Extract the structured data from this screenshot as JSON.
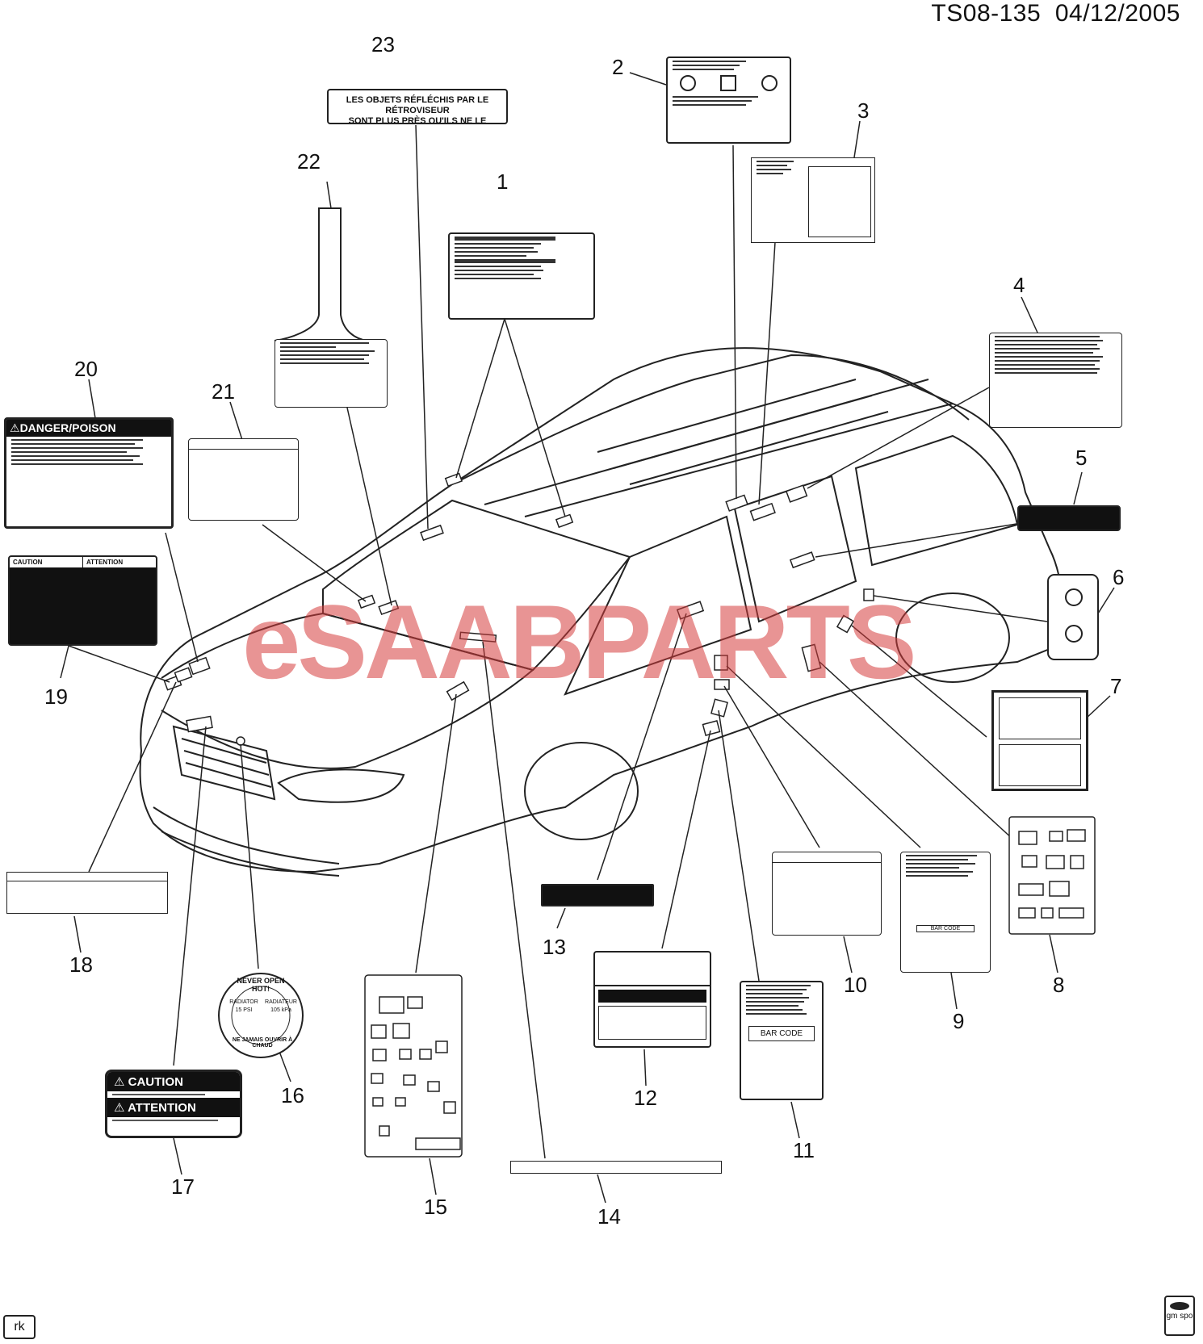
{
  "header": {
    "doc_id": "TS08-135",
    "date": "04/12/2005"
  },
  "footer": {
    "initials": "rk",
    "logo_text": "gm spo"
  },
  "watermark": {
    "part1": "eSAAB",
    "part2": "PARTS",
    "color": "#d63c3c"
  },
  "callouts": [
    "1",
    "2",
    "3",
    "4",
    "5",
    "6",
    "7",
    "8",
    "9",
    "10",
    "11",
    "12",
    "13",
    "14",
    "15",
    "16",
    "17",
    "18",
    "19",
    "20",
    "21",
    "22",
    "23"
  ],
  "labels": {
    "l23": {
      "line1": "LES OBJETS RÉFLÉCHIS PAR LE RÉTROVISEUR",
      "line2": "SONT PLUS PRÈS QU'ILS NE LE PARAISSENT"
    },
    "l20": {
      "title": "DANGER/POISON"
    },
    "l19": {
      "caution": "CAUTION",
      "attention": "ATTENTION"
    },
    "l17": {
      "caution": "CAUTION",
      "attention": "ATTENTION"
    },
    "l16": {
      "top": "NEVER OPEN HOT!",
      "left": "RADIATOR",
      "left_val": "15 PSI",
      "right": "RADIATEUR",
      "right_val": "105 kPa",
      "bottom": "NE JAMAIS OUVRIR À CHAUD"
    },
    "l11": {
      "barcode": "BAR CODE"
    },
    "l9": {
      "barcode": "BAR CODE"
    }
  }
}
